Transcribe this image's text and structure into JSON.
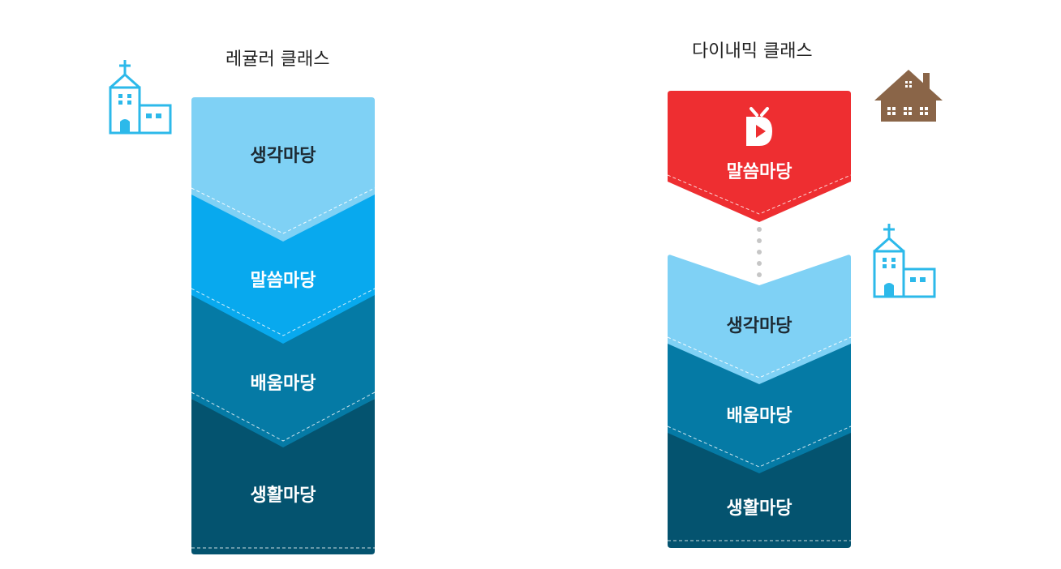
{
  "regular": {
    "title": "레귤러 클래스",
    "layers": [
      {
        "label": "생각마당",
        "color": "#7fd1f5"
      },
      {
        "label": "말씀마당",
        "color": "#08a9ee"
      },
      {
        "label": "배움마당",
        "color": "#057aa5"
      },
      {
        "label": "생활마당",
        "color": "#04536f"
      }
    ]
  },
  "dynamic": {
    "title": "다이내믹 클래스",
    "home_layer": {
      "label": "말씀마당",
      "color": "#ee2e31"
    },
    "layers": [
      {
        "label": "생각마당",
        "color": "#7fd1f5"
      },
      {
        "label": "배움마당",
        "color": "#057aa5"
      },
      {
        "label": "생활마당",
        "color": "#04536f"
      }
    ]
  },
  "icons": {
    "church": {
      "name": "church-icon",
      "color": "#2cb9ea"
    },
    "house": {
      "name": "house-icon",
      "color": "#8a6548"
    },
    "logo": {
      "name": "d-logo-icon",
      "color": "#ffffff"
    }
  }
}
